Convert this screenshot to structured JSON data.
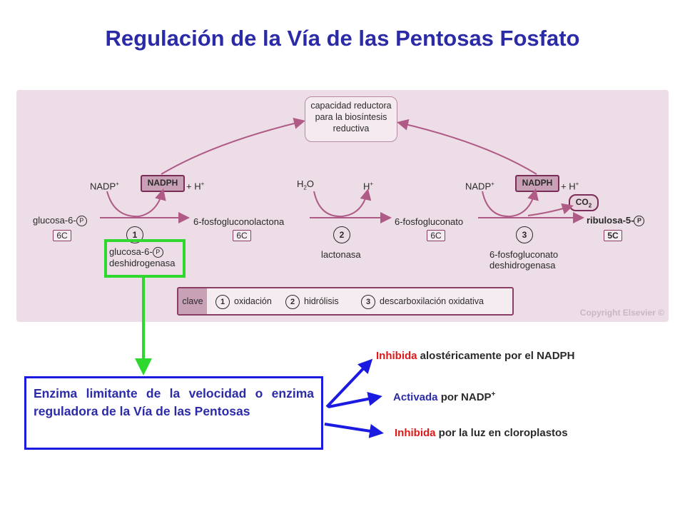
{
  "title": "Regulación de la Vía de las Pentosas Fosfato",
  "diagram": {
    "capacity_box": "capacidad reductora para la biosíntesis reductiva",
    "cofactors": {
      "nadp1": "NADP",
      "nadph1": "NADPH",
      "hplus1": "+ H",
      "h2o": "H",
      "h2o_tail": "O",
      "hplus2": "H",
      "nadp2": "NADP",
      "nadph2": "NADPH",
      "hplus3": "+ H",
      "co2": "CO",
      "plus": "+",
      "two": "2",
      "p": "P"
    },
    "metabolites": {
      "m1": "glucosa-6-",
      "m1_c": "6C",
      "m2": "6-fosfogluconolactona",
      "m2_c": "6C",
      "m3": "6-fosfogluconato",
      "m3_c": "6C",
      "m4": "ribulosa-5-",
      "m4_c": "5C"
    },
    "steps": [
      "1",
      "2",
      "3"
    ],
    "enzymes": {
      "e1_line1": "glucosa-6-",
      "e1_line2": "deshidrogenasa",
      "e2": "lactonasa",
      "e3_line1": "6-fosfogluconato",
      "e3_line2": "deshidrogenasa"
    },
    "key": {
      "label": "clave",
      "items": [
        "oxidación",
        "hidrólisis",
        "descarboxilación oxidativa"
      ]
    },
    "copyright": "Copyright Elsevier ©"
  },
  "enzyme_box": "Enzima limitante de la velocidad o enzima reguladora de la Vía de las Pentosas",
  "regulation": {
    "r1_red": "Inhibida",
    "r1_rest": " alostéricamente por el NADPH",
    "r2_blue": "Activada",
    "r2_rest": " por NADP",
    "r2_sup": "+",
    "r3_red": "Inhibida",
    "r3_rest": " por la luz en cloroplastos"
  },
  "colors": {
    "title": "#2b2ba8",
    "panel": "#ecdde7",
    "arrow_pink": "#b05a86",
    "green": "#2fd82f",
    "blue_arrow": "#1a1ae0",
    "red": "#e01818"
  }
}
